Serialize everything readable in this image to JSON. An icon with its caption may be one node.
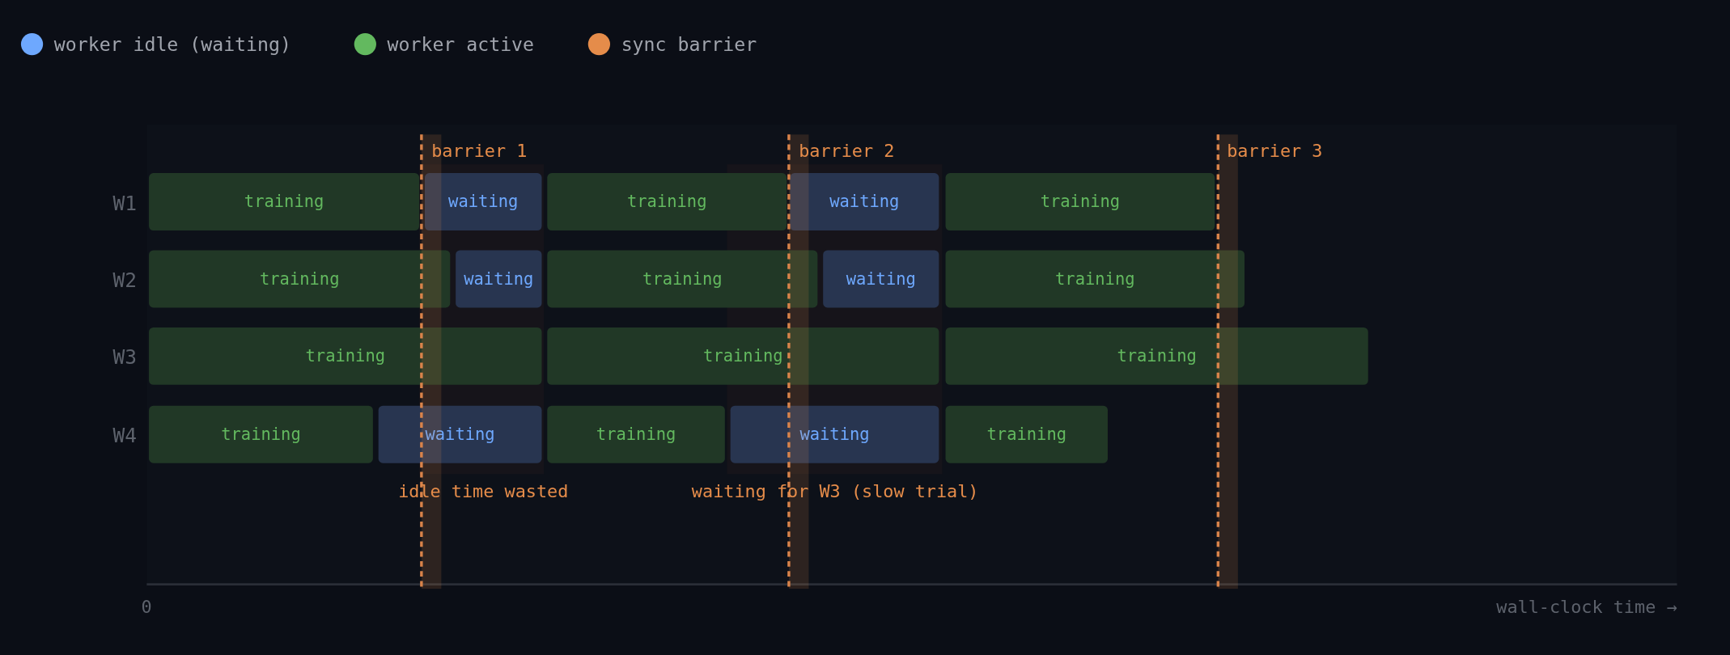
{
  "diagram": {
    "nodes": [
      {
        "text": [
          "training"
        ]
      },
      {
        "text": [
          "waiting"
        ]
      },
      {
        "text": [
          "training"
        ]
      },
      {
        "text": [
          "waiting"
        ]
      },
      {
        "text": [
          "training"
        ]
      },
      {
        "text": [
          "training"
        ]
      },
      {
        "text": [
          "waiting"
        ]
      },
      {
        "text": [
          "training"
        ]
      },
      {
        "text": [
          "waiting"
        ]
      },
      {
        "text": [
          "training"
        ]
      },
      {
        "text": [
          "training"
        ]
      },
      {
        "text": [
          "training"
        ]
      },
      {
        "text": [
          "training"
        ]
      },
      {
        "text": [
          "training"
        ]
      },
      {
        "text": [
          "waiting"
        ]
      },
      {
        "text": [
          "training"
        ]
      },
      {
        "text": [
          "waiting"
        ]
      },
      {
        "text": [
          "training"
        ]
      }
    ],
    "edges": [],
    "labels": [
      "barrier 1",
      "barrier 2",
      "barrier 3",
      "W1",
      "W2",
      "W3",
      "W4",
      "idle time wasted",
      "waiting for W3 (slow trial)",
      "0",
      "wall-clock time →"
    ],
    "legend": [
      {
        "text": "worker idle (waiting)",
        "color": "#6ea8fe"
      },
      {
        "text": "worker active",
        "color": "#63b95f"
      },
      {
        "text": "sync barrier",
        "color": "#e58c4a"
      }
    ]
  }
}
